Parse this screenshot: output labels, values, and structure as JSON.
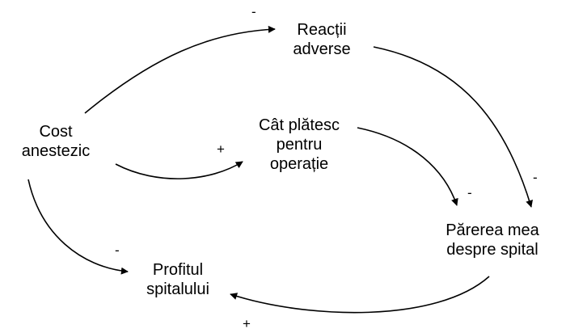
{
  "nodes": {
    "cost": {
      "lines": [
        "Cost",
        "anestezic"
      ]
    },
    "reactii": {
      "lines": [
        "Reacții",
        "adverse"
      ]
    },
    "platesc": {
      "lines": [
        "Cât plătesc",
        "pentru",
        "operație"
      ]
    },
    "parerea": {
      "lines": [
        "Părerea mea",
        "despre spital"
      ]
    },
    "profitul": {
      "lines": [
        "Profitul",
        "spitalului"
      ]
    }
  },
  "links": [
    {
      "from": "Cost anestezic",
      "to": "Reacții adverse",
      "polarity": "-"
    },
    {
      "from": "Cost anestezic",
      "to": "Cât plătesc pentru operație",
      "polarity": "+"
    },
    {
      "from": "Cost anestezic",
      "to": "Profitul spitalului",
      "polarity": "-"
    },
    {
      "from": "Cât plătesc pentru operație",
      "to": "Părerea mea despre spital",
      "polarity": "-"
    },
    {
      "from": "Reacții adverse",
      "to": "Părerea mea despre spital",
      "polarity": "-"
    },
    {
      "from": "Părerea mea despre spital",
      "to": "Profitul spitalului",
      "polarity": "+"
    }
  ],
  "colors": {
    "line": "#000000",
    "background": "#ffffff"
  }
}
